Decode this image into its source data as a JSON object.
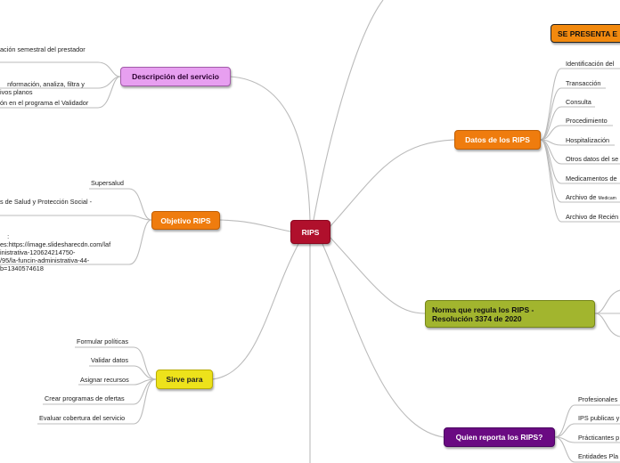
{
  "colors": {
    "root": "#b0102c",
    "descripcion": "#e79ff0",
    "objetivo": "#ef7c0e",
    "sirve": "#ede21b",
    "datos": "#ef7c0e",
    "norma": "#a2b52e",
    "quien": "#6a0a82",
    "presenta": "#f2890e",
    "line": "#bbbbbb"
  },
  "root": {
    "label": "RIPS"
  },
  "descripcion": {
    "label": "Descripción del servicio",
    "leaves": [
      "ación semestral del prestador",
      "nformación, analiza, filtra y\nivos planos",
      "ón en el programa el Validador"
    ]
  },
  "objetivo": {
    "label": "Objetivo RIPS",
    "leaves": [
      "Supersalud",
      "s de Salud y Protección Social -",
      ":\nes:https://image.slidesharecdn.com/laf\ninistrativa-120624214750-\n/95/la-funcin-administrativa-44-\nb=1340574618"
    ]
  },
  "sirve": {
    "label": "Sirve para",
    "leaves": [
      "Formular políticas",
      "Validar datos",
      "Asignar recursos",
      "Crear programas de ofertas",
      "Evaluar cobertura del servicio"
    ]
  },
  "datos": {
    "label": "Datos de los RIPS",
    "leaves": [
      "Identificación del",
      "Transacción",
      "Consulta",
      "Procedimiento",
      "Hospitalización",
      "Otros datos del se",
      "Medicamentos de",
      "Archivo de",
      "Archivo de Recién"
    ],
    "tiny_tail": "Medicam"
  },
  "presenta": {
    "label": "SE PRESENTA E"
  },
  "norma": {
    "label": "Norma que regula los RIPS -\nResolución 3374 de 2020"
  },
  "quien": {
    "label": "Quien reporta los RIPS?",
    "leaves": [
      "Profesionales",
      "IPS publicas y",
      "Prácticantes p",
      "Entidades Pla"
    ]
  }
}
